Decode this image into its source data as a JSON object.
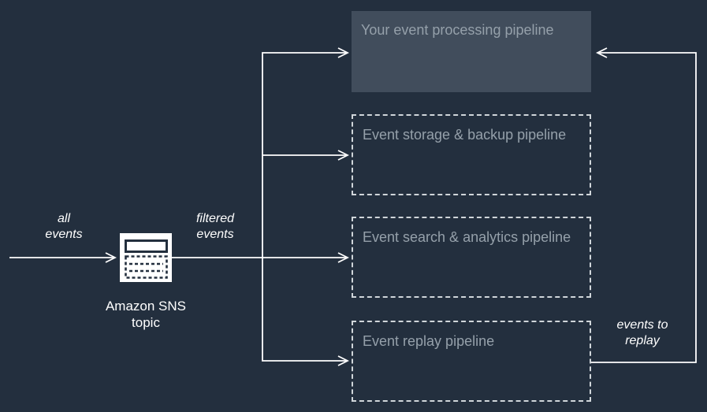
{
  "colors": {
    "background": "#232f3e",
    "solid_box_fill": "#414d5c",
    "box_title_text": "#95a0aa",
    "dashed_border": "#d0d6da",
    "connector_line": "#ffffff",
    "flow_label_text": "#ffffff",
    "icon_background": "#ffffff",
    "icon_stroke": "#232f3e"
  },
  "diagram": {
    "boxes": [
      {
        "id": "processing",
        "label": "Your event processing pipeline",
        "style": "solid"
      },
      {
        "id": "storage",
        "label": "Event storage & backup pipeline",
        "style": "dashed"
      },
      {
        "id": "search",
        "label": "Event search & analytics pipeline",
        "style": "dashed"
      },
      {
        "id": "replay",
        "label": "Event replay pipeline",
        "style": "dashed"
      }
    ],
    "node": {
      "label": "Amazon SNS\ntopic",
      "icon": "sns-topic-icon"
    },
    "labels": {
      "all_events": "all\nevents",
      "filtered_events": "filtered\nevents",
      "events_to_replay": "events to\nreplay"
    },
    "flows": [
      {
        "from": "external-source",
        "to": "sns-topic",
        "label": "all events"
      },
      {
        "from": "sns-topic",
        "to": "processing",
        "label": "filtered events"
      },
      {
        "from": "sns-topic",
        "to": "storage",
        "label": "filtered events"
      },
      {
        "from": "sns-topic",
        "to": "search",
        "label": "filtered events"
      },
      {
        "from": "sns-topic",
        "to": "replay",
        "label": "filtered events"
      },
      {
        "from": "replay",
        "to": "processing",
        "label": "events to replay"
      }
    ]
  }
}
